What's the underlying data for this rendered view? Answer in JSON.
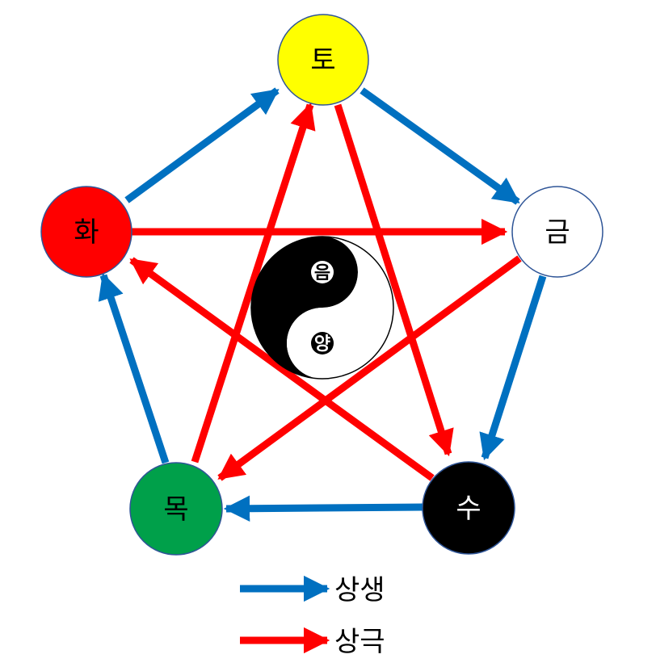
{
  "nodes": {
    "earth": {
      "label": "토",
      "fill": "#ffff00",
      "text_color": "#000000"
    },
    "metal": {
      "label": "금",
      "fill": "#ffffff",
      "text_color": "#000000"
    },
    "water": {
      "label": "수",
      "fill": "#000000",
      "text_color": "#ffffff"
    },
    "wood": {
      "label": "목",
      "fill": "#00a04a",
      "text_color": "#000000"
    },
    "fire": {
      "label": "화",
      "fill": "#ff0000",
      "text_color": "#000000"
    }
  },
  "yinyang": {
    "yin_label": "음",
    "yang_label": "양"
  },
  "legend": {
    "generating": {
      "label": "상생",
      "color": "#0070c0"
    },
    "overcoming": {
      "label": "상극",
      "color": "#ff0000"
    }
  },
  "colors": {
    "node_border": "#2f5597"
  }
}
